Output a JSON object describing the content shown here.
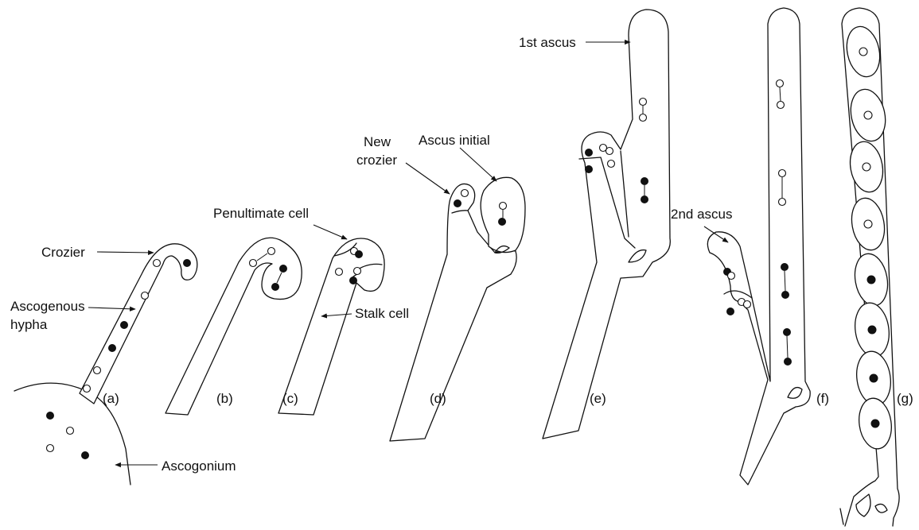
{
  "labels": {
    "crozier": "Crozier",
    "ascogenous_hypha_line1": "Ascogenous",
    "ascogenous_hypha_line2": "hypha",
    "ascogonium": "Ascogonium",
    "penultimate_cell": "Penultimate cell",
    "stalk_cell": "Stalk cell",
    "new_crozier_line1": "New",
    "new_crozier_line2": "crozier",
    "ascus_initial": "Ascus initial",
    "first_ascus": "1st ascus",
    "second_ascus": "2nd ascus"
  },
  "stages": [
    "(a)",
    "(b)",
    "(c)",
    "(d)",
    "(e)",
    "(f)",
    "(g)"
  ],
  "colors": {
    "ink": "#111111",
    "background": "#ffffff"
  }
}
